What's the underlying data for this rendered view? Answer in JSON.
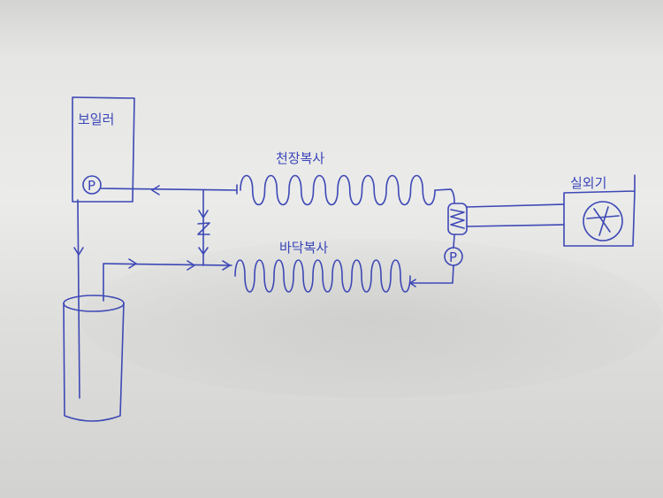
{
  "labels": {
    "boiler": "보일러",
    "ceiling_radiant": "천장복사",
    "floor_radiant": "바닥복사",
    "outdoor_unit": "실외기",
    "pump_boiler": "P",
    "pump_right": "P",
    "valve": "Z"
  },
  "colors": {
    "ink": "#3d48b5",
    "paper": "#e8e8e6"
  }
}
